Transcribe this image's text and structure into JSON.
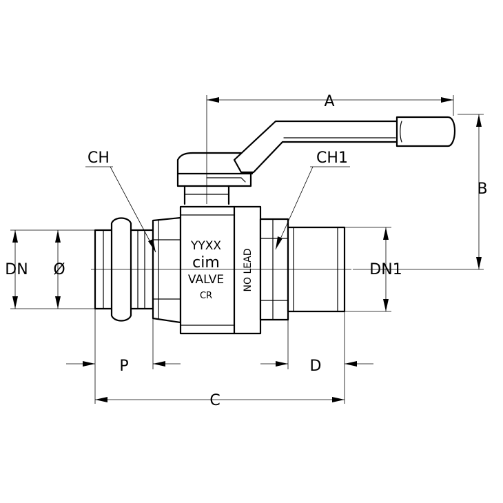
{
  "dimensions": {
    "A": "A",
    "B": "B",
    "C": "C",
    "D": "D",
    "P": "P",
    "DN": "DN",
    "DN1": "DN1",
    "diameter": "Ø",
    "CH": "CH",
    "CH1": "CH1"
  },
  "markings": {
    "date_code": "YYXX",
    "brand": "cim",
    "valve": "VALVE",
    "cr": "CR",
    "no_lead": "NO LEAD"
  }
}
